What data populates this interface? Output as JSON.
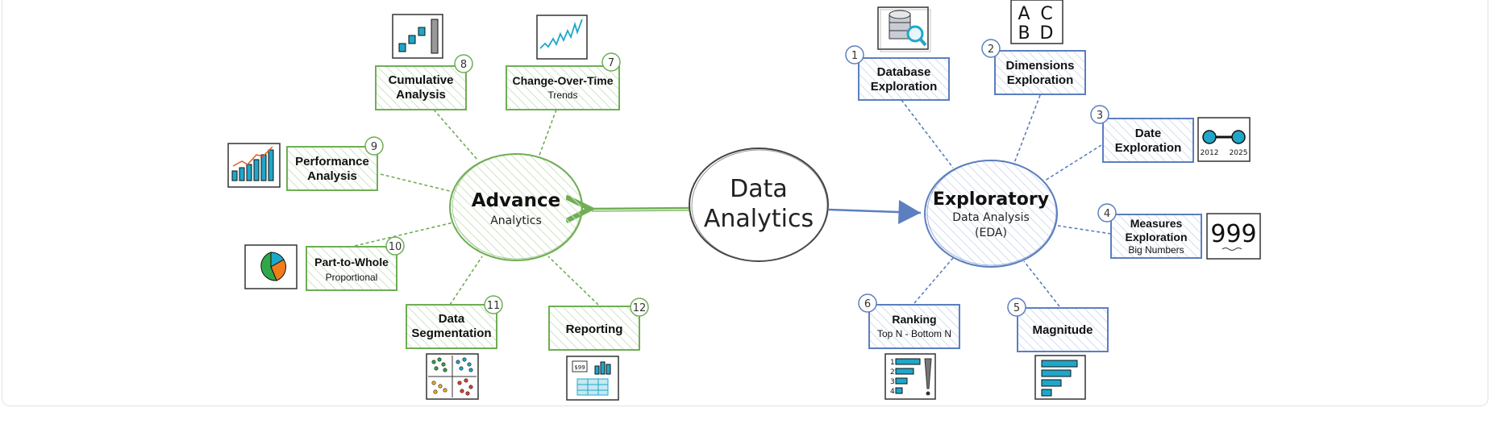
{
  "center": {
    "line1": "Data",
    "line2": "Analytics"
  },
  "advance": {
    "title": "Advance",
    "subtitle": "Analytics"
  },
  "eda": {
    "title": "Exploratory",
    "line2": "Data Analysis",
    "line3": "(EDA)"
  },
  "colors": {
    "green": "#6fae55",
    "blue": "#5b7fbf",
    "center": "#444444",
    "icon_blue": "#1fa7c9"
  },
  "eda_items": [
    {
      "num": "1",
      "line1": "Database",
      "line2": "Exploration",
      "icon": "database-search-icon"
    },
    {
      "num": "2",
      "line1": "Dimensions",
      "line2": "Exploration",
      "icon": "abcd-letters-icon"
    },
    {
      "num": "3",
      "line1": "Date",
      "line2": "Exploration",
      "icon": "timeline-icon",
      "icon_text": [
        "2012",
        "2025"
      ]
    },
    {
      "num": "4",
      "line1": "Measures",
      "line2": "Exploration",
      "sub": "Big Numbers",
      "icon": "big-number-icon",
      "icon_text": "999"
    },
    {
      "num": "5",
      "line1": "Magnitude",
      "icon": "horizontal-bar-icon"
    },
    {
      "num": "6",
      "line1": "Ranking",
      "sub": "Top N - Bottom N",
      "icon": "ranking-list-icon",
      "icon_text": [
        "1",
        "2",
        "3",
        "4"
      ]
    }
  ],
  "advance_items": [
    {
      "num": "7",
      "line1": "Change-Over-Time",
      "sub": "Trends",
      "icon": "line-trend-icon"
    },
    {
      "num": "8",
      "line1": "Cumulative",
      "line2": "Analysis",
      "icon": "cumulative-steps-icon"
    },
    {
      "num": "9",
      "line1": "Performance",
      "line2": "Analysis",
      "icon": "growth-bars-icon"
    },
    {
      "num": "10",
      "line1": "Part-to-Whole",
      "sub": "Proportional",
      "icon": "pie-chart-icon"
    },
    {
      "num": "11",
      "line1": "Data",
      "line2": "Segmentation",
      "icon": "scatter-clusters-icon"
    },
    {
      "num": "12",
      "line1": "Reporting",
      "icon": "report-dashboard-icon",
      "icon_text": "$99"
    }
  ]
}
